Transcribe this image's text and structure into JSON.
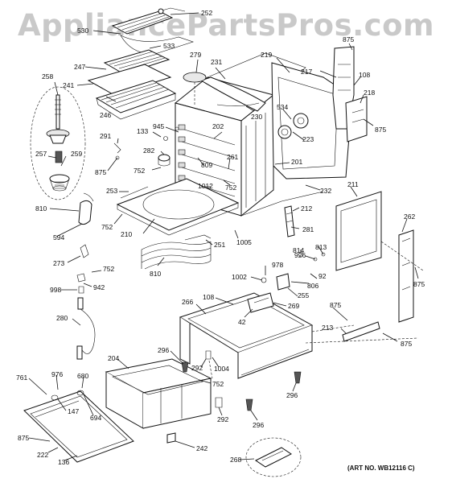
{
  "watermark": "AppliancePartsPros.com",
  "art_number": "(ART NO. WB12116 C)",
  "callouts": {
    "c252": "252",
    "c530": "530",
    "c533": "533",
    "c247": "247",
    "c241": "241",
    "c246": "246",
    "c279": "279",
    "c231": "231",
    "c219": "219",
    "c875a": "875",
    "c217": "217",
    "c108a": "108",
    "c218": "218",
    "c875b": "875",
    "c258": "258",
    "c534": "534",
    "c230": "230",
    "c945": "945",
    "c202": "202",
    "c133": "133",
    "c291": "291",
    "c282": "282",
    "c223": "223",
    "c875c": "875",
    "c257": "257",
    "c259": "259",
    "c752a": "752",
    "c809": "809",
    "c261": "261",
    "c201": "201",
    "c1012": "1012",
    "c752b": "752",
    "c232": "232",
    "c211": "211",
    "c253": "253",
    "c810a": "810",
    "c752c": "752",
    "c212": "212",
    "c262": "262",
    "c594": "594",
    "c210": "210",
    "c281": "281",
    "c251": "251",
    "c1005": "1005",
    "c813": "813",
    "c814": "814",
    "c926": "926",
    "c875d": "875",
    "c273": "273",
    "c752d": "752",
    "c810b": "810",
    "c978": "978",
    "c92": "92",
    "c1002": "1002",
    "c998": "998",
    "c942": "942",
    "c806": "806",
    "c255": "255",
    "c108b": "108",
    "c266": "266",
    "c269": "269",
    "c875e": "875",
    "c280": "280",
    "c42": "42",
    "c213": "213",
    "c875f": "875",
    "c204": "204",
    "c296a": "296",
    "c292a": "292",
    "c1004": "1004",
    "c761": "761",
    "c976": "976",
    "c680": "680",
    "c752e": "752",
    "c296b": "296",
    "c147": "147",
    "c694": "694",
    "c292b": "292",
    "c296c": "296",
    "c875g": "875",
    "c242": "242",
    "c222": "222",
    "c136": "136",
    "c268": "268"
  }
}
